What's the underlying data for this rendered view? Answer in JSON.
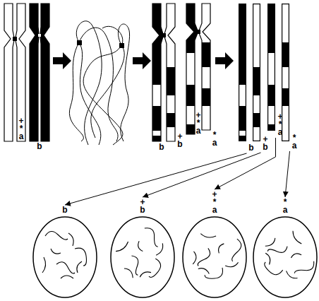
{
  "diagram": {
    "nodes": [
      {
        "text": [
          "b"
        ]
      },
      {
        "text": [
          "+ b"
        ]
      },
      {
        "text": [
          "+ * a"
        ]
      },
      {
        "text": [
          "* a"
        ]
      },
      {
        "text": [
          "b"
        ]
      },
      {
        "text": [
          "+ b"
        ]
      },
      {
        "text": [
          "+ * a"
        ]
      },
      {
        "text": [
          "* a"
        ]
      }
    ],
    "edges": [
      {
        "from": 0,
        "to": 4,
        "arrow": "to"
      },
      {
        "from": 1,
        "to": 5,
        "arrow": "to"
      },
      {
        "from": 2,
        "to": 6,
        "arrow": "to"
      },
      {
        "from": 3,
        "to": 7,
        "arrow": "to"
      }
    ],
    "labels": [
      "+ * a",
      "b",
      "b",
      "+ b",
      "+ * a",
      "* a"
    ]
  }
}
